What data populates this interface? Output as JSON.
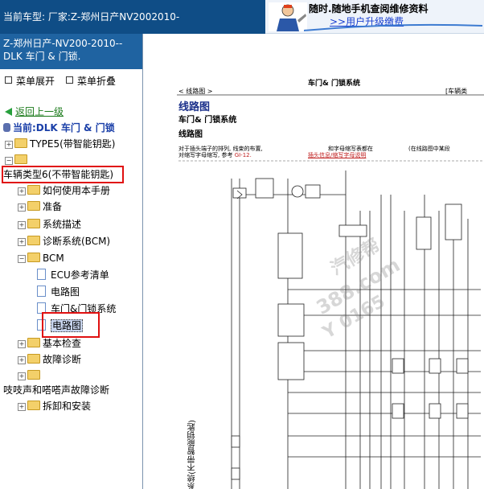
{
  "topbar": {
    "text": "当前车型:  厂家:Z-郑州日产NV2002010-"
  },
  "ad": {
    "line1": "随时.随地手机查阅维修资料",
    "line2": ">>用户升级缴费"
  },
  "left": {
    "header": "Z-郑州日产-NV200-2010-- DLK 车门 & 门锁.",
    "expand_all": "菜单展开",
    "collapse_all": "菜单折叠",
    "back": "返回上一级",
    "current": "当前:DLK 车门 & 门锁",
    "tree": {
      "type5": "TYPE5(带智能钥匙)",
      "type6": "车辆类型6(不带智能钥匙)",
      "how_to_use": "如何使用本手册",
      "prep": "准备",
      "system_desc": "系统描述",
      "diag": "诊断系统(BCM)",
      "bcm": "BCM",
      "ecu_ref": "ECU参考清单",
      "wiring_a": "电路图",
      "door_lock_system": "车门&门锁系统",
      "wiring_b": "电路图",
      "basic_check": "基本检查",
      "trouble_diag": "故障诊断",
      "squeak": "吱吱声和嗒嗒声故障诊断",
      "removal": "拆卸和安装"
    }
  },
  "doc": {
    "header_left": "< 线路图 >",
    "header_center": "车门&  门锁系统",
    "header_right": "[车辆类",
    "title": "线路图",
    "subtitle": "车门&  门锁系统",
    "section": "线路图",
    "note_line1": "对于插头端子的排列, 线束的布置,",
    "note_line2": "对缩写字母缩写, 参考",
    "note_ref": "GI-12.",
    "note_mid": "和字母缩写表都在",
    "note_right": "(在线路图中某段",
    "note_link": "插头信息/缩写字母说明",
    "vertical_caption": "车门系统(不带智能钥匙)",
    "watermark1": "汽修帮",
    "watermark2": "388.com",
    "watermark3": "Y 0165"
  }
}
